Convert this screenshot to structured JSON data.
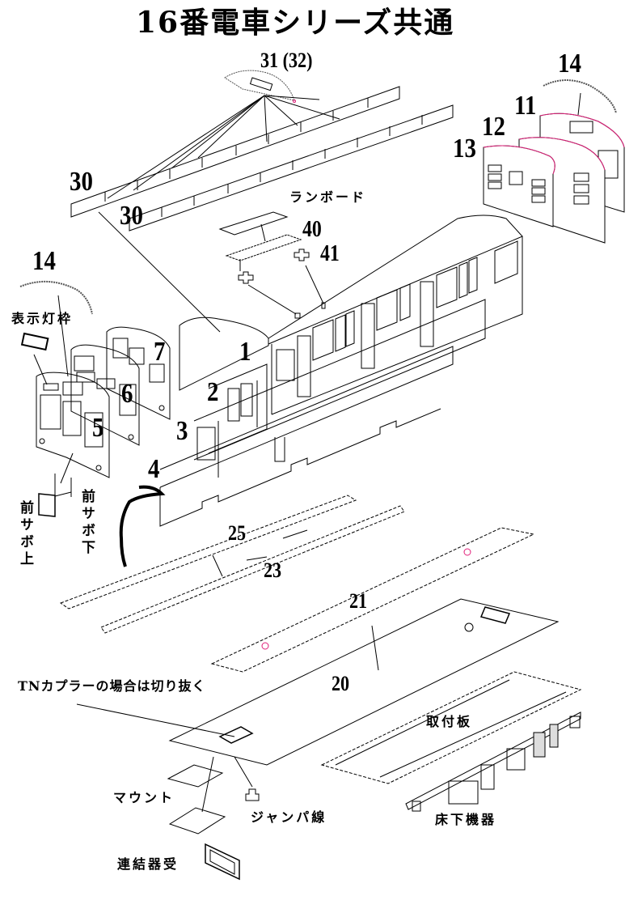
{
  "title": "16番電車シリーズ共通",
  "part_numbers": {
    "p31_32": "31 (32)",
    "p30a": "30",
    "p30b": "30",
    "p14_right": "14",
    "p11": "11",
    "p12": "12",
    "p13": "13",
    "p40": "40",
    "p41": "41",
    "p14_left": "14",
    "p1": "1",
    "p2": "2",
    "p3": "3",
    "p4": "4",
    "p5": "5",
    "p6": "6",
    "p7": "7",
    "p25": "25",
    "p23": "23",
    "p21": "21",
    "p20": "20"
  },
  "labels": {
    "runboard": "ランボード",
    "indicator_frame": "表示灯枠",
    "front_sabo_upper": "前サボ上",
    "front_sabo_lower": "前サボ下",
    "tn_coupler_note": "TNカプラーの場合は切り抜く",
    "mounting_plate": "取付板",
    "mount": "マウント",
    "jumper_cable": "ジャンパ線",
    "underfloor_equipment": "床下機器",
    "coupler_receiver": "連結器受"
  },
  "colors": {
    "line": "#000000",
    "accent_edge": "#e0207a",
    "background": "#ffffff"
  }
}
